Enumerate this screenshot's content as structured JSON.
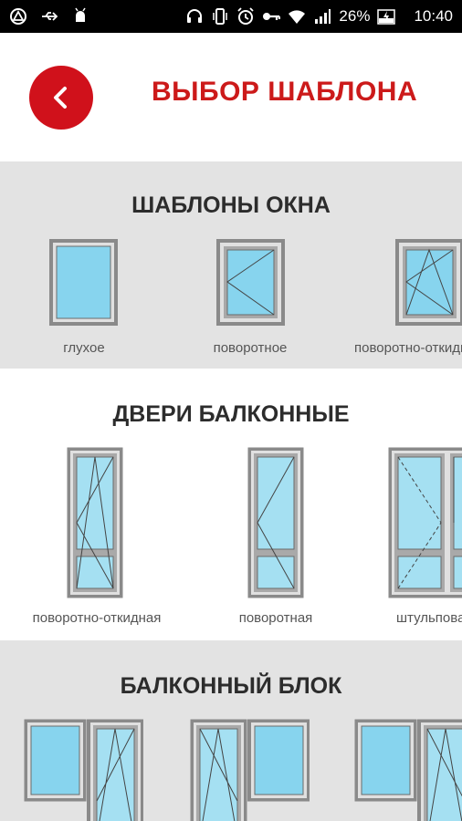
{
  "status_bar": {
    "battery": "26%",
    "time": "10:40"
  },
  "header": {
    "title": "ВЫБОР ШАБЛОНА"
  },
  "sections": [
    {
      "title": "ШАБЛОНЫ ОКНА",
      "items": [
        {
          "label": "глухое"
        },
        {
          "label": "поворотное"
        },
        {
          "label": "поворотно-откидное"
        }
      ]
    },
    {
      "title": "ДВЕРИ БАЛКОННЫЕ",
      "items": [
        {
          "label": "поворотно-откидная"
        },
        {
          "label": "поворотная"
        },
        {
          "label": "штульповая"
        }
      ]
    },
    {
      "title": "БАЛКОННЫЙ БЛОК",
      "items": [
        {
          "label": ""
        },
        {
          "label": ""
        },
        {
          "label": ""
        }
      ]
    }
  ],
  "colors": {
    "accent": "#d0111b",
    "title": "#cc1a1a",
    "section_gray": "#e3e3e3",
    "frame": "#8e8e8e",
    "glass": "#87d4ee"
  }
}
